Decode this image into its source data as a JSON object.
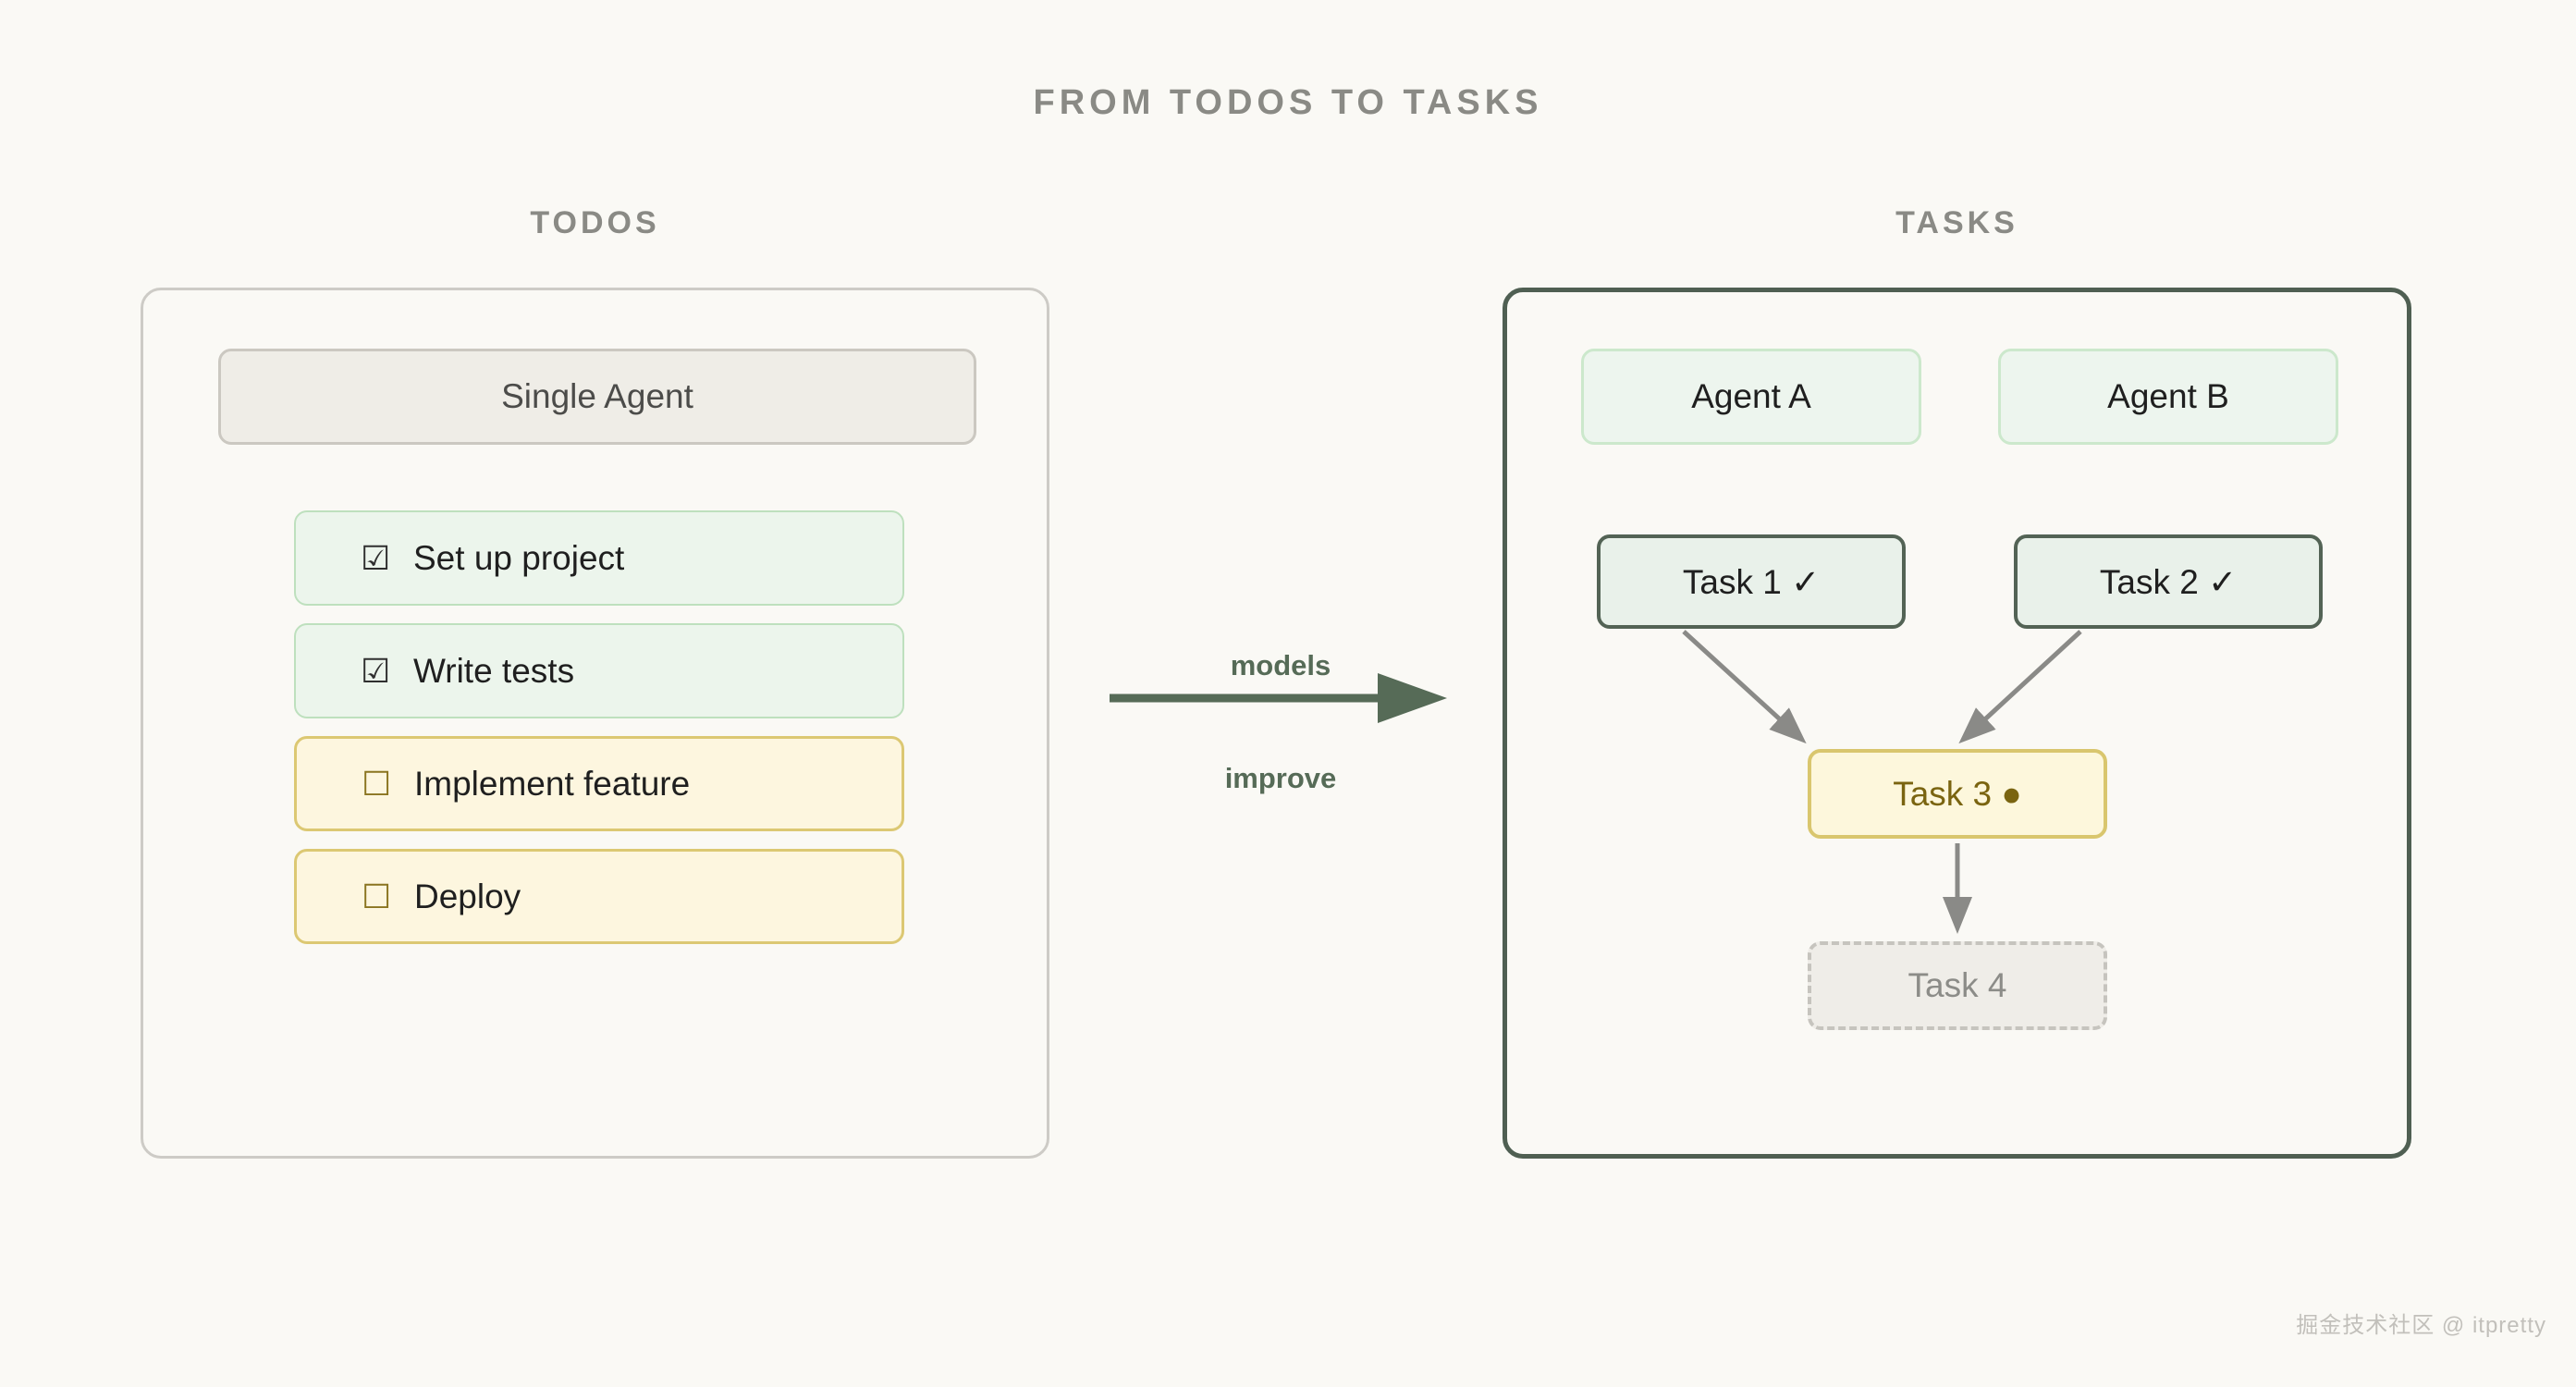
{
  "page": {
    "title": "FROM TODOS TO TASKS",
    "background_color": "#FAF9F5",
    "watermark": "掘金技术社区 @ itpretty"
  },
  "left_panel": {
    "heading": "TODOS",
    "border_color": "#CDCBC6",
    "agent_box": {
      "label": "Single Agent",
      "background_color": "#EFEDE7",
      "border_color": "#CBC8C1"
    },
    "todo_items": [
      {
        "checkbox": "☑",
        "label": "Set up project",
        "state": "done",
        "background_color": "#ECF5EC",
        "border_color": "#BEE0BE"
      },
      {
        "checkbox": "☑",
        "label": "Write tests",
        "state": "done",
        "background_color": "#ECF5EC",
        "border_color": "#BEE0BE"
      },
      {
        "checkbox": "☐",
        "label": "Implement feature",
        "state": "pending",
        "background_color": "#FDF6DF",
        "border_color": "#DCC873"
      },
      {
        "checkbox": "☐",
        "label": "Deploy",
        "state": "pending",
        "background_color": "#FDF6DF",
        "border_color": "#DCC873"
      }
    ]
  },
  "transition": {
    "label_top": "models",
    "label_bottom": "improve",
    "color": "#566B57"
  },
  "right_panel": {
    "heading": "TASKS",
    "border_color": "#4F5F52",
    "agents": [
      {
        "label": "Agent A",
        "background_color": "#EDF5EE",
        "border_color": "#CCE8CC"
      },
      {
        "label": "Agent B",
        "background_color": "#EDF5EE",
        "border_color": "#CCE8CC"
      }
    ],
    "tasks": [
      {
        "label": "Task 1 ✓",
        "state": "done",
        "background_color": "#E9F1EA",
        "border_color": "#536355",
        "text_color": "#1F1F1F"
      },
      {
        "label": "Task 2 ✓",
        "state": "done",
        "background_color": "#E9F1EA",
        "border_color": "#536355",
        "text_color": "#1F1F1F"
      },
      {
        "label": "Task 3 ●",
        "state": "active",
        "background_color": "#FDF7DC",
        "border_color": "#D9C66E",
        "text_color": "#7A6410"
      },
      {
        "label": "Task 4",
        "state": "upcoming",
        "background_color": "#EFEDE8",
        "border_color": "#C6C4BE",
        "text_color": "#8C8C88"
      }
    ],
    "connector_color": "#8A8A87"
  }
}
